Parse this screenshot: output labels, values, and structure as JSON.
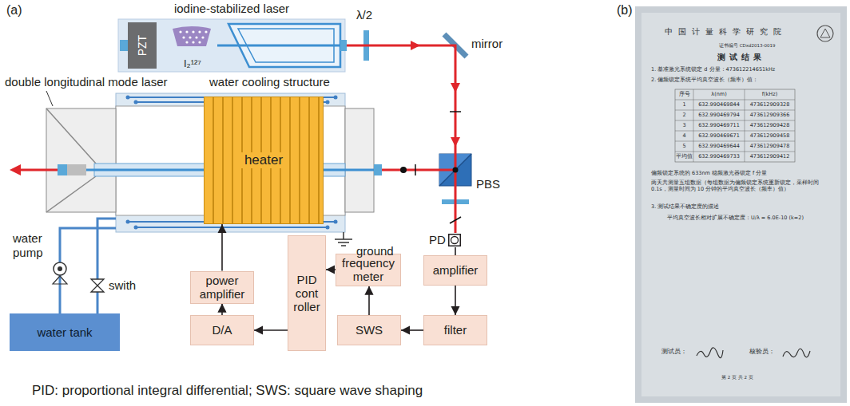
{
  "diagram": {
    "caption": "PID: proportional integral differential; SWS: square wave shaping",
    "nodes": [
      {
        "text": [
          "iodine-stabilized laser"
        ]
      },
      {
        "text": [
          "PZT"
        ],
        "in": 0
      },
      {
        "text": [
          "I₂¹²⁷"
        ],
        "in": 0
      },
      {
        "text": [
          "heater"
        ]
      },
      {
        "text": [
          "PD"
        ]
      },
      {
        "text": [
          "amplifier"
        ]
      },
      {
        "text": [
          "filter"
        ]
      },
      {
        "text": [
          "SWS"
        ]
      },
      {
        "text": [
          "frequency meter"
        ]
      },
      {
        "text": [
          "PID cont roller"
        ]
      },
      {
        "text": [
          "D/A"
        ]
      },
      {
        "text": [
          "power amplifier"
        ]
      },
      {
        "text": [
          "water tank"
        ]
      }
    ],
    "edges": [
      {
        "from": 4,
        "to": 5,
        "arrow": "none"
      },
      {
        "from": 5,
        "to": 6,
        "arrow": "to"
      },
      {
        "from": 6,
        "to": 7,
        "arrow": "to"
      },
      {
        "from": 7,
        "to": 8,
        "arrow": "to"
      },
      {
        "from": 8,
        "to": 9,
        "arrow": "to"
      },
      {
        "from": 9,
        "to": 10,
        "arrow": "to"
      },
      {
        "from": 10,
        "to": 11,
        "arrow": "to"
      },
      {
        "from": 11,
        "to": 3,
        "arrow": "to"
      }
    ],
    "labels": [
      "(a)",
      "(b)",
      "λ/2",
      "mirror",
      "double longitudinal mode laser",
      "water cooling structure",
      "PBS",
      "water pump",
      "swith",
      "ground",
      "中国计量科学研究院",
      "证书编号 CDxd2013-0019",
      "测试结果",
      "1. 基准激光系统锁定 d 分量：473612214651kHz",
      "2. 偏频锁定系统平均真空波长（频率）值：",
      "序号",
      "λ(nm)",
      "f(kHz)",
      "1",
      "632.990469844",
      "473612909328",
      "2",
      "632.990469794",
      "473612909366",
      "3",
      "632.990469711",
      "473612909428",
      "4",
      "632.990469671",
      "473612909458",
      "5",
      "632.990469644",
      "473612909478",
      "平均值",
      "632.990469733",
      "473612909412",
      "偏频锁定系统的 633nm 稳频激光器锁定 f 分量",
      "两天共测量五组数据（每组数据为偏频锁定系统重新锁定，采样时间 0.1s，测量时间为 10 分钟的平均真空波长（频率）值）",
      "3. 测试结果不确定度的描述",
      "平均真空波长相对扩展不确定度：U/λ = 6.0E-10 (k=2)",
      "测试员：",
      "核验员：",
      "第 2 页 共 2 页"
    ]
  }
}
